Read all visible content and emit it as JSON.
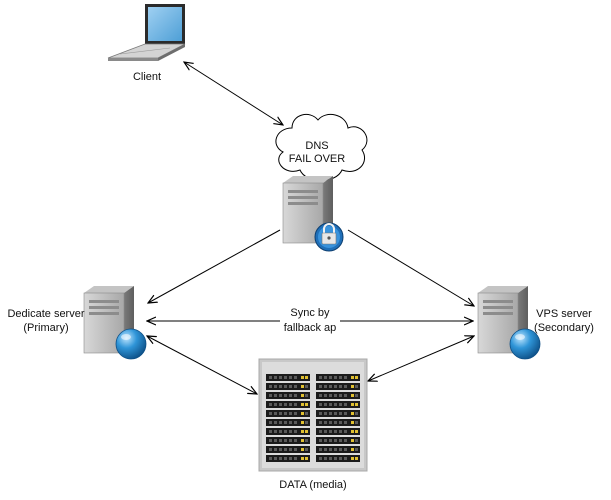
{
  "nodes": {
    "client": {
      "label": "Client",
      "icon": "laptop-icon"
    },
    "dns": {
      "label_line1": "DNS",
      "label_line2": "FAIL OVER",
      "icon": "cloud-icon"
    },
    "failover_server": {
      "icon": "locked-server-icon"
    },
    "dedicated": {
      "label_line1": "Dedicate server",
      "label_line2": "(Primary)",
      "icon": "server-globe-icon"
    },
    "vps": {
      "label_line1": "VPS server",
      "label_line2": "(Secondary)",
      "icon": "server-globe-icon"
    },
    "data": {
      "label": "DATA (media)",
      "icon": "storage-rack-icon"
    }
  },
  "edges": {
    "sync": {
      "label_line1": "Sync by",
      "label_line2": "fallback ap"
    }
  },
  "colors": {
    "server_body": "#9a9a9a",
    "globe": "#1b7fc4",
    "lock": "#2f86d0",
    "rack_bg": "#c8c8c8",
    "rack_unit": "#1b1b1b",
    "rack_led": "#e0c030"
  }
}
